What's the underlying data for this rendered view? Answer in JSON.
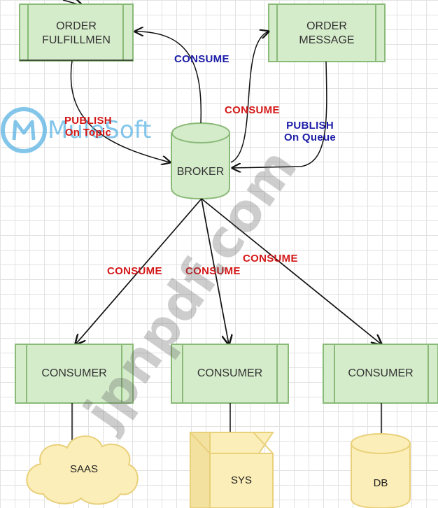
{
  "nodes": {
    "order_fulfillment": {
      "line1": "ORDER",
      "line2": "FULFILLMEN"
    },
    "order_message": {
      "line1": "ORDER",
      "line2": "MESSAGE"
    },
    "broker": "BROKER",
    "consumer_1": "CONSUMER",
    "consumer_2": "CONSUMER",
    "consumer_3": "CONSUMER",
    "saas": "SAAS",
    "sys": "SYS",
    "db": "DB"
  },
  "edges": {
    "publish_topic": {
      "line1": "PUBLISH",
      "line2": "On Topic"
    },
    "consume_top_left": "CONSUME",
    "consume_top_right": "CONSUME",
    "publish_queue": {
      "line1": "PUBLISH",
      "line2": "On Queue"
    },
    "consume_left": "CONSUME",
    "consume_mid": "CONSUME",
    "consume_right": "CONSUME"
  },
  "watermarks": {
    "logo_text": "MuleSoft",
    "site": "jpnpdf.com"
  },
  "colors": {
    "box_fill": "#d5eccb",
    "box_stroke": "#8aba78",
    "store_fill": "#fbeeb8",
    "store_stroke": "#e9d07a",
    "label_red": "#d41616",
    "label_blue": "#1c1ca8",
    "logo_blue": "#5ab3e4"
  }
}
